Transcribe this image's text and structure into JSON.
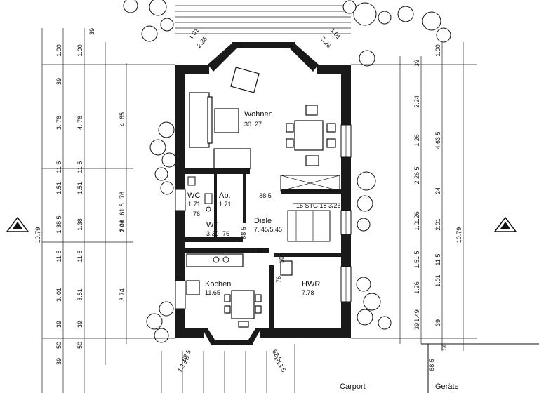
{
  "rooms": {
    "wohnen": {
      "name": "Wohnen",
      "area": "30. 27"
    },
    "wc": {
      "name": "WC",
      "area": "1.71"
    },
    "ab": {
      "name": "Ab.",
      "area": "1.71"
    },
    "wf": {
      "name": "WF",
      "area": "3.30"
    },
    "diele": {
      "name": "Diele",
      "area": "7. 45/5.45"
    },
    "kochen": {
      "name": "Kochen",
      "area": "11.65"
    },
    "hwr": {
      "name": "HWR",
      "area": "7.78"
    },
    "carport": {
      "name": "Carport"
    },
    "geraete": {
      "name": "Geräte"
    }
  },
  "stair": {
    "label": "15 STG 18 3/26"
  },
  "dims_left_outer": [
    "10.79"
  ],
  "dims_left_a": [
    "1.00",
    "39",
    "3. 76",
    "11 5",
    "1.51",
    "1.38 5",
    "11 5",
    "3. 01",
    "39",
    "50",
    "39"
  ],
  "dims_left_b": [
    "1.00",
    "4. 76",
    "11 5",
    "1.51",
    "1.38",
    "11 5",
    "3.51",
    "39",
    "50"
  ],
  "dims_left_c": [
    "4. 65",
    "76",
    "61 5",
    "1.01",
    "2.26",
    "3.74"
  ],
  "dims_right_a": [
    "39",
    "2.24",
    "1.26",
    "2.26 5",
    "1.26",
    "1.01",
    "1.51 5",
    "1.26",
    "1.49",
    "39"
  ],
  "dims_right_b": [
    "1.00",
    "4.63 5",
    "24",
    "2.01",
    "1.01",
    "11 5",
    "39"
  ],
  "dims_right_outer": [
    "10.79"
  ],
  "dims_top": [
    "1.01",
    "2.26",
    "1.01",
    "2.26"
  ],
  "dims_bottom": [
    "62 5",
    "1.13 5",
    "62 5",
    "1.13 5"
  ],
  "dims_inner": [
    "88 5",
    "76",
    "76",
    "76",
    "88 5",
    "76",
    "50",
    "88 5",
    "50"
  ],
  "misc_top_left": "39"
}
